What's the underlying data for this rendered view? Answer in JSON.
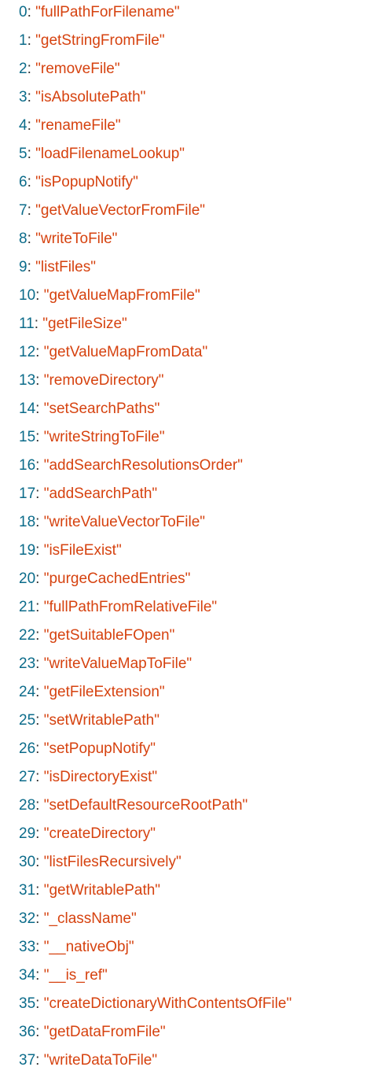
{
  "colors": {
    "index": "#0b6b8a",
    "value": "#d6420f"
  },
  "entries": [
    {
      "index": "0",
      "value": "\"fullPathForFilename\""
    },
    {
      "index": "1",
      "value": "\"getStringFromFile\""
    },
    {
      "index": "2",
      "value": "\"removeFile\""
    },
    {
      "index": "3",
      "value": "\"isAbsolutePath\""
    },
    {
      "index": "4",
      "value": "\"renameFile\""
    },
    {
      "index": "5",
      "value": "\"loadFilenameLookup\""
    },
    {
      "index": "6",
      "value": "\"isPopupNotify\""
    },
    {
      "index": "7",
      "value": "\"getValueVectorFromFile\""
    },
    {
      "index": "8",
      "value": "\"writeToFile\""
    },
    {
      "index": "9",
      "value": "\"listFiles\""
    },
    {
      "index": "10",
      "value": "\"getValueMapFromFile\""
    },
    {
      "index": "11",
      "value": "\"getFileSize\""
    },
    {
      "index": "12",
      "value": "\"getValueMapFromData\""
    },
    {
      "index": "13",
      "value": "\"removeDirectory\""
    },
    {
      "index": "14",
      "value": "\"setSearchPaths\""
    },
    {
      "index": "15",
      "value": "\"writeStringToFile\""
    },
    {
      "index": "16",
      "value": "\"addSearchResolutionsOrder\""
    },
    {
      "index": "17",
      "value": "\"addSearchPath\""
    },
    {
      "index": "18",
      "value": "\"writeValueVectorToFile\""
    },
    {
      "index": "19",
      "value": "\"isFileExist\""
    },
    {
      "index": "20",
      "value": "\"purgeCachedEntries\""
    },
    {
      "index": "21",
      "value": "\"fullPathFromRelativeFile\""
    },
    {
      "index": "22",
      "value": "\"getSuitableFOpen\""
    },
    {
      "index": "23",
      "value": "\"writeValueMapToFile\""
    },
    {
      "index": "24",
      "value": "\"getFileExtension\""
    },
    {
      "index": "25",
      "value": "\"setWritablePath\""
    },
    {
      "index": "26",
      "value": "\"setPopupNotify\""
    },
    {
      "index": "27",
      "value": "\"isDirectoryExist\""
    },
    {
      "index": "28",
      "value": "\"setDefaultResourceRootPath\""
    },
    {
      "index": "29",
      "value": "\"createDirectory\""
    },
    {
      "index": "30",
      "value": "\"listFilesRecursively\""
    },
    {
      "index": "31",
      "value": "\"getWritablePath\""
    },
    {
      "index": "32",
      "value": "\"_className\""
    },
    {
      "index": "33",
      "value": "\"__nativeObj\""
    },
    {
      "index": "34",
      "value": "\"__is_ref\""
    },
    {
      "index": "35",
      "value": "\"createDictionaryWithContentsOfFile\""
    },
    {
      "index": "36",
      "value": "\"getDataFromFile\""
    },
    {
      "index": "37",
      "value": "\"writeDataToFile\""
    }
  ]
}
